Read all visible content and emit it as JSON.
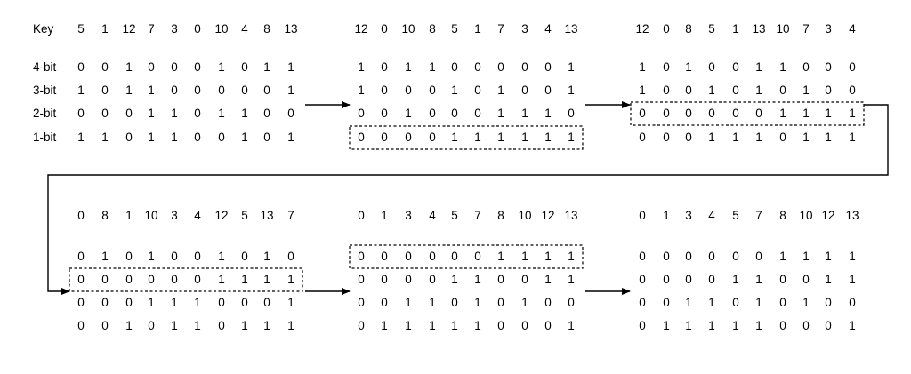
{
  "row_labels": [
    "4-bit",
    "3-bit",
    "2-bit",
    "1-bit"
  ],
  "header_label": "Key",
  "panels": [
    {
      "keys": [
        "5",
        "1",
        "12",
        "7",
        "3",
        "0",
        "10",
        "4",
        "8",
        "13"
      ],
      "bits": [
        [
          "0",
          "0",
          "1",
          "0",
          "0",
          "0",
          "1",
          "0",
          "1",
          "1"
        ],
        [
          "1",
          "0",
          "1",
          "1",
          "0",
          "0",
          "0",
          "0",
          "0",
          "1"
        ],
        [
          "0",
          "0",
          "0",
          "1",
          "1",
          "0",
          "1",
          "1",
          "0",
          "0"
        ],
        [
          "1",
          "1",
          "0",
          "1",
          "1",
          "0",
          "0",
          "1",
          "0",
          "1"
        ]
      ],
      "highlight_row": null
    },
    {
      "keys": [
        "12",
        "0",
        "10",
        "8",
        "5",
        "1",
        "7",
        "3",
        "4",
        "13"
      ],
      "bits": [
        [
          "1",
          "0",
          "1",
          "1",
          "0",
          "0",
          "0",
          "0",
          "0",
          "1"
        ],
        [
          "1",
          "0",
          "0",
          "0",
          "1",
          "0",
          "1",
          "0",
          "0",
          "1"
        ],
        [
          "0",
          "0",
          "1",
          "0",
          "0",
          "0",
          "1",
          "1",
          "1",
          "0"
        ],
        [
          "0",
          "0",
          "0",
          "0",
          "1",
          "1",
          "1",
          "1",
          "1",
          "1"
        ]
      ],
      "highlight_row": 3
    },
    {
      "keys": [
        "12",
        "0",
        "8",
        "5",
        "1",
        "13",
        "10",
        "7",
        "3",
        "4"
      ],
      "bits": [
        [
          "1",
          "0",
          "1",
          "0",
          "0",
          "1",
          "1",
          "0",
          "0",
          "0"
        ],
        [
          "1",
          "0",
          "0",
          "1",
          "0",
          "1",
          "0",
          "1",
          "0",
          "0"
        ],
        [
          "0",
          "0",
          "0",
          "0",
          "0",
          "0",
          "1",
          "1",
          "1",
          "1"
        ],
        [
          "0",
          "0",
          "0",
          "1",
          "1",
          "1",
          "0",
          "1",
          "1",
          "1"
        ]
      ],
      "highlight_row": 2
    },
    {
      "keys": [
        "0",
        "8",
        "1",
        "10",
        "3",
        "4",
        "12",
        "5",
        "13",
        "7"
      ],
      "bits": [
        [
          "0",
          "1",
          "0",
          "1",
          "0",
          "0",
          "1",
          "0",
          "1",
          "0"
        ],
        [
          "0",
          "0",
          "0",
          "0",
          "0",
          "0",
          "1",
          "1",
          "1",
          "1"
        ],
        [
          "0",
          "0",
          "0",
          "1",
          "1",
          "1",
          "0",
          "0",
          "0",
          "1"
        ],
        [
          "0",
          "0",
          "1",
          "0",
          "1",
          "1",
          "0",
          "1",
          "1",
          "1"
        ]
      ],
      "highlight_row": 1
    },
    {
      "keys": [
        "0",
        "1",
        "3",
        "4",
        "5",
        "7",
        "8",
        "10",
        "12",
        "13"
      ],
      "bits": [
        [
          "0",
          "0",
          "0",
          "0",
          "0",
          "0",
          "1",
          "1",
          "1",
          "1"
        ],
        [
          "0",
          "0",
          "0",
          "0",
          "1",
          "1",
          "0",
          "0",
          "1",
          "1"
        ],
        [
          "0",
          "0",
          "1",
          "1",
          "0",
          "1",
          "0",
          "1",
          "0",
          "0"
        ],
        [
          "0",
          "1",
          "1",
          "1",
          "1",
          "1",
          "0",
          "0",
          "0",
          "1"
        ]
      ],
      "highlight_row": 0
    },
    {
      "keys": [
        "0",
        "1",
        "3",
        "4",
        "5",
        "7",
        "8",
        "10",
        "12",
        "13"
      ],
      "bits": [
        [
          "0",
          "0",
          "0",
          "0",
          "0",
          "0",
          "1",
          "1",
          "1",
          "1"
        ],
        [
          "0",
          "0",
          "0",
          "0",
          "1",
          "1",
          "0",
          "0",
          "1",
          "1"
        ],
        [
          "0",
          "0",
          "1",
          "1",
          "0",
          "1",
          "0",
          "1",
          "0",
          "0"
        ],
        [
          "0",
          "1",
          "1",
          "1",
          "1",
          "1",
          "0",
          "0",
          "0",
          "1"
        ]
      ],
      "highlight_row": null
    }
  ]
}
